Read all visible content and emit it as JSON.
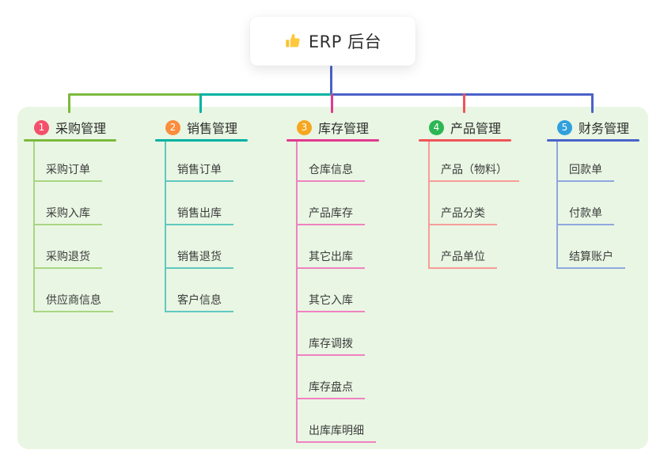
{
  "root": {
    "title": "ERP 后台",
    "icon": "thumbs-up-icon",
    "icon_color": "#f7c331",
    "line_color": "#4a62c8"
  },
  "canvas": {
    "background": "#ffffff",
    "panel_background": "#e9f6e3"
  },
  "branches": [
    {
      "index": "1",
      "label": "采购管理",
      "badge_color": "#f4506c",
      "line_color": "#7cba3d",
      "light_color": "#a9d583",
      "items": [
        "采购订单",
        "采购入库",
        "采购退货",
        "供应商信息"
      ]
    },
    {
      "index": "2",
      "label": "销售管理",
      "badge_color": "#fb8d3c",
      "line_color": "#00b2a2",
      "light_color": "#5fc9c0",
      "items": [
        "销售订单",
        "销售出库",
        "销售退货",
        "客户信息"
      ]
    },
    {
      "index": "3",
      "label": "库存管理",
      "badge_color": "#f6a71e",
      "line_color": "#e23a90",
      "light_color": "#ef82c0",
      "items": [
        "仓库信息",
        "产品库存",
        "其它出库",
        "其它入库",
        "库存调拨",
        "库存盘点",
        "出库库明细"
      ]
    },
    {
      "index": "4",
      "label": "产品管理",
      "badge_color": "#2db653",
      "line_color": "#f0545a",
      "light_color": "#f79c99",
      "items": [
        "产品（物料）",
        "产品分类",
        "产品单位"
      ]
    },
    {
      "index": "5",
      "label": "财务管理",
      "badge_color": "#31a0dc",
      "line_color": "#4a62c8",
      "light_color": "#8fa7de",
      "items": [
        "回款单",
        "付款单",
        "结算账户"
      ]
    }
  ]
}
